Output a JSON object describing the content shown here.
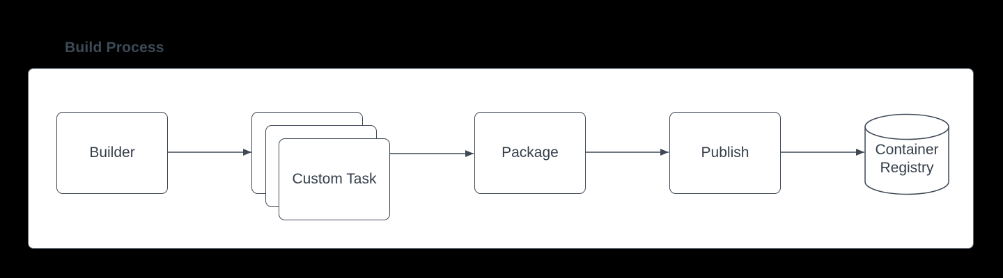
{
  "title": "Build Process",
  "colors": {
    "stroke": "#3f4956",
    "node_text": "#343e4a",
    "title_text": "#3d4a57",
    "panel_background": "#ffffff",
    "canvas_background": "#000000"
  },
  "diagram": {
    "nodes": {
      "builder": {
        "label": "Builder",
        "shape": "rounded-rectangle"
      },
      "custom_task": {
        "label": "Custom Task",
        "shape": "stacked-rounded-rectangles",
        "stack_count": 3
      },
      "package": {
        "label": "Package",
        "shape": "rounded-rectangle"
      },
      "publish": {
        "label": "Publish",
        "shape": "rounded-rectangle"
      },
      "container_registry": {
        "label": "Container Registry",
        "shape": "cylinder"
      }
    },
    "edges": [
      {
        "from": "Builder",
        "to": "Custom Task"
      },
      {
        "from": "Custom Task",
        "to": "Package"
      },
      {
        "from": "Package",
        "to": "Publish"
      },
      {
        "from": "Publish",
        "to": "Container Registry"
      }
    ]
  }
}
